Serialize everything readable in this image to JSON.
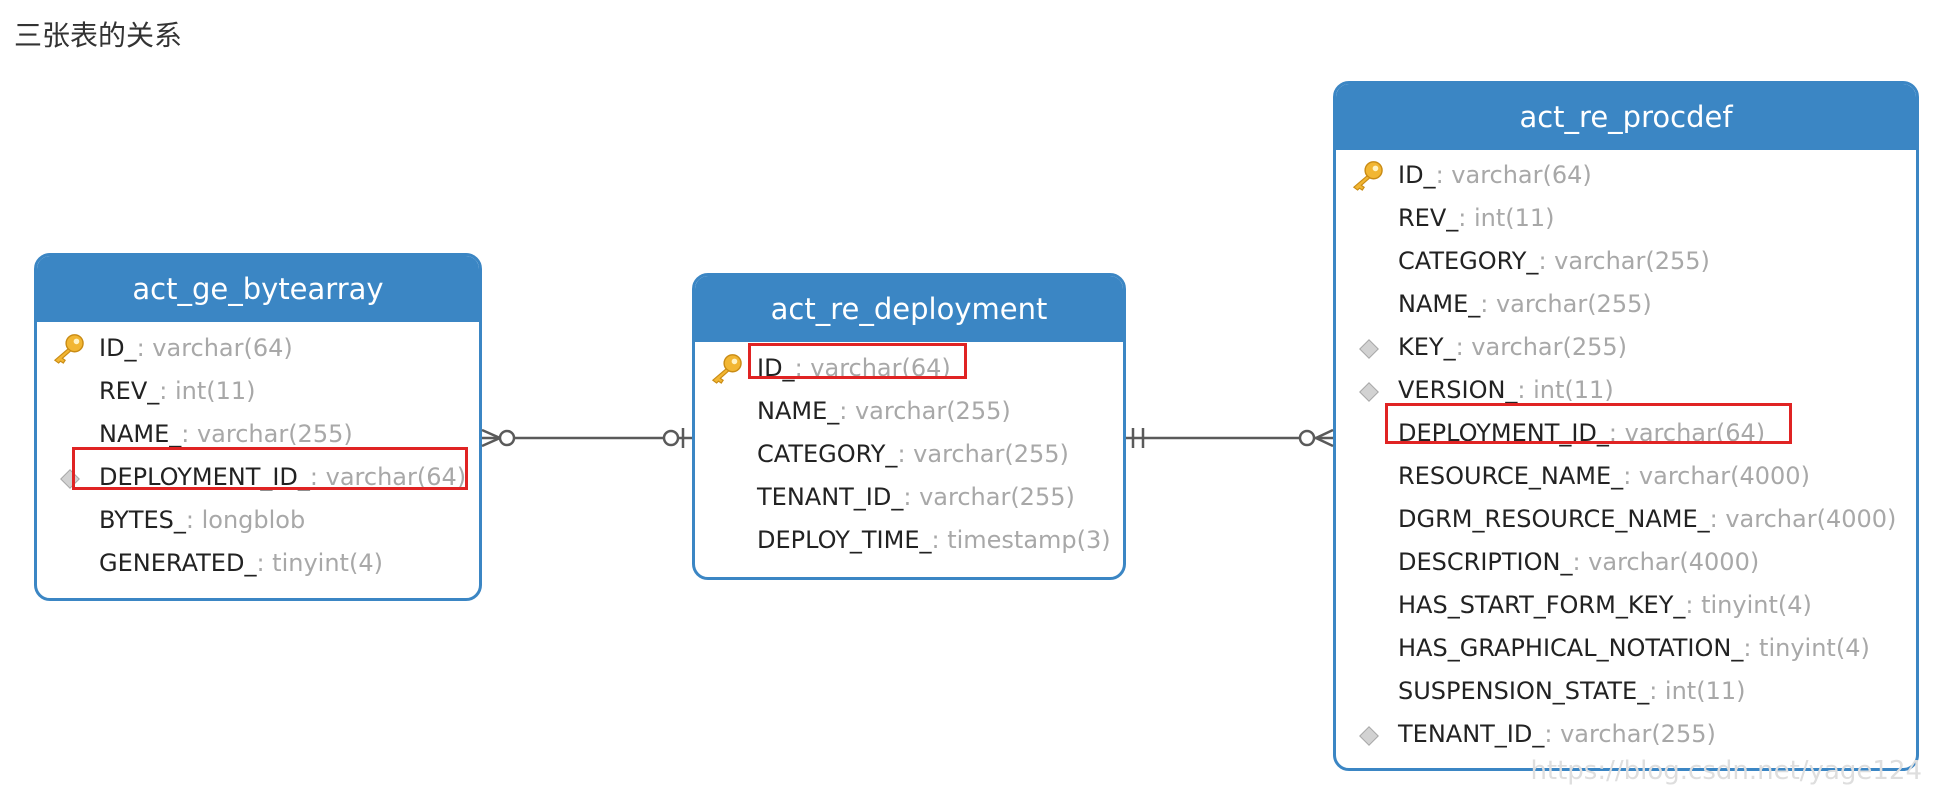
{
  "caption": "三张表的关系",
  "tables": {
    "bytearray": {
      "name": "act_ge_bytearray",
      "columns": [
        {
          "name": "ID_",
          "type": ": varchar(64)",
          "icon": "key-icon"
        },
        {
          "name": "REV_",
          "type": ": int(11)"
        },
        {
          "name": "NAME_",
          "type": ": varchar(255)"
        },
        {
          "name": "DEPLOYMENT_ID_",
          "type": ": varchar(64)",
          "icon": "index-diamond-icon",
          "highlighted": true
        },
        {
          "name": "BYTES_",
          "type": ": longblob"
        },
        {
          "name": "GENERATED_",
          "type": ": tinyint(4)"
        }
      ]
    },
    "deployment": {
      "name": "act_re_deployment",
      "columns": [
        {
          "name": "ID_",
          "type": ": varchar(64)",
          "icon": "key-icon",
          "highlighted": true
        },
        {
          "name": "NAME_",
          "type": ": varchar(255)"
        },
        {
          "name": "CATEGORY_",
          "type": ": varchar(255)"
        },
        {
          "name": "TENANT_ID_",
          "type": ": varchar(255)"
        },
        {
          "name": "DEPLOY_TIME_",
          "type": ": timestamp(3)"
        }
      ]
    },
    "procdef": {
      "name": "act_re_procdef",
      "columns": [
        {
          "name": "ID_",
          "type": ": varchar(64)",
          "icon": "key-icon"
        },
        {
          "name": "REV_",
          "type": ": int(11)"
        },
        {
          "name": "CATEGORY_",
          "type": ": varchar(255)"
        },
        {
          "name": "NAME_",
          "type": ": varchar(255)"
        },
        {
          "name": "KEY_",
          "type": ": varchar(255)",
          "icon": "index-diamond-icon"
        },
        {
          "name": "VERSION_",
          "type": ": int(11)",
          "icon": "index-diamond-icon"
        },
        {
          "name": "DEPLOYMENT_ID_",
          "type": ": varchar(64)",
          "highlighted": true
        },
        {
          "name": "RESOURCE_NAME_",
          "type": ": varchar(4000)"
        },
        {
          "name": "DGRM_RESOURCE_NAME_",
          "type": ": varchar(4000)"
        },
        {
          "name": "DESCRIPTION_",
          "type": ": varchar(4000)"
        },
        {
          "name": "HAS_START_FORM_KEY_",
          "type": ": tinyint(4)"
        },
        {
          "name": "HAS_GRAPHICAL_NOTATION_",
          "type": ": tinyint(4)"
        },
        {
          "name": "SUSPENSION_STATE_",
          "type": ": int(11)"
        },
        {
          "name": "TENANT_ID_",
          "type": ": varchar(255)",
          "icon": "index-diamond-icon"
        }
      ]
    }
  },
  "relationships": [
    {
      "from": "act_ge_bytearray",
      "from_cardinality": "zero-or-many",
      "to": "act_re_deployment",
      "to_cardinality": "zero-or-one"
    },
    {
      "from": "act_re_deployment",
      "from_cardinality": "exactly-one",
      "to": "act_re_procdef",
      "to_cardinality": "zero-or-many"
    }
  ],
  "colors": {
    "header": "#3b86c4",
    "highlight": "#e02323",
    "type_text": "#a8a8a8",
    "key_icon": "#f2b632"
  },
  "watermark": "https://blog.csdn.net/yage124"
}
